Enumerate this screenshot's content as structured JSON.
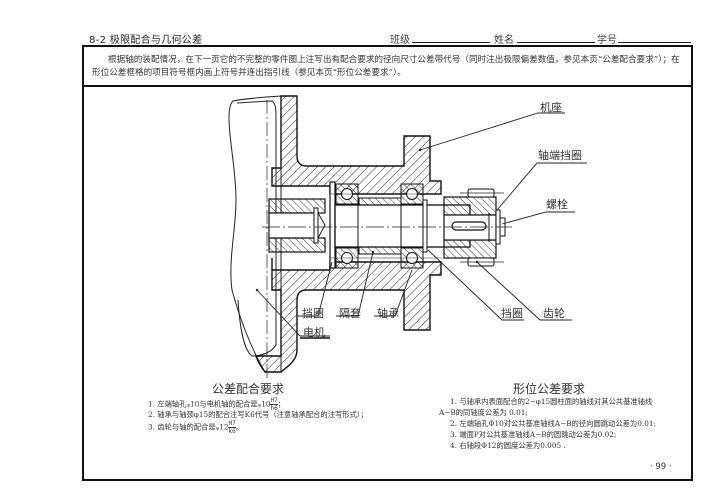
{
  "header": {
    "section_title": "8-2  极限配合与几何公差",
    "class_label": "班级",
    "name_label": "姓名",
    "student_id_label": "学号"
  },
  "intro": {
    "text": "根据轴的装配情况，在下一页它的不完整的零件图上注写出有配合要求的径向尺寸公差带代号（同时注出极限偏差数值，参见本页“公差配合要求”）；在形位公差框格的项目符号框内画上符号并连出指引线（参见本页“形位公差要求”）。"
  },
  "drawing": {
    "labels": {
      "base": "机座",
      "shaft_end_retainer": "轴端挡圈",
      "bolt": "螺栓",
      "retainer_left": "挡圈",
      "spacer": "隔套",
      "bearing": "轴承",
      "retainer_right": "挡圈",
      "gear": "齿轮",
      "motor": "电机"
    }
  },
  "fit_requirements": {
    "title": "公差配合要求",
    "items": [
      {
        "prefix": "1.  左端轴孔",
        "sym": "φ",
        "text1": "10与电机轴的配合是",
        "sym2": "φ",
        "size": "10",
        "num": "H7",
        "den": "h6",
        "suffix": "；"
      },
      {
        "text": "2.  轴承与轴颈φ15的配合注写K6代号（注意轴承配合的注写形式）；"
      },
      {
        "prefix": "3.  齿轮与轴的配合是",
        "sym": "φ",
        "size": "12",
        "num": "H7",
        "den": "k6",
        "suffix": "。"
      }
    ]
  },
  "geo_requirements": {
    "title": "形位公差要求",
    "items": [
      "1.  与轴承内表面配合的2−φ15圆柱面的轴线对其公共基准轴线",
      "A−B的同轴度公差为 0.01;",
      "2.  左端轴孔Φ10对公共基准轴线A−B的径向圆跳动公差为0.01;",
      "3.  端面P对公共基准轴线A−B的圆跳动公差为0.02;",
      "4.  右轴段Φ12的圆度公差为0.005 ."
    ]
  },
  "page_number": "· 99 ·"
}
